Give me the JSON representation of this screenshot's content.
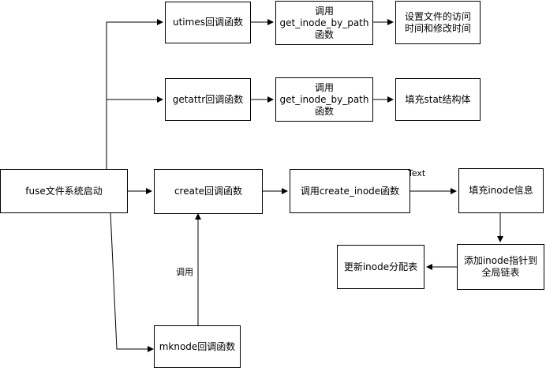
{
  "diagram": {
    "nodes": {
      "fuse_start": "fuse文件系统启动",
      "utimes_cb": "utimes回调函数",
      "getattr_cb": "getattr回调函数",
      "create_cb": "create回调函数",
      "mknode_cb": "mknode回调函数",
      "call_get_inode_1": "调用\nget_inode_by_path\n函数",
      "call_get_inode_2": "调用\nget_inode_by_path\n函数",
      "call_create_inode": "调用create_inode函数",
      "set_times": "设置文件的访问\n时间和修改时间",
      "fill_stat": "填充stat结构体",
      "fill_inode": "填充inode信息",
      "add_pointer": "添加inode指针到\n全局链表",
      "update_table": "更新inode分配表"
    },
    "edge_labels": {
      "text_label": "Text",
      "call_label": "调用"
    },
    "colors": {
      "stroke": "#000000",
      "fill": "#ffffff"
    }
  }
}
